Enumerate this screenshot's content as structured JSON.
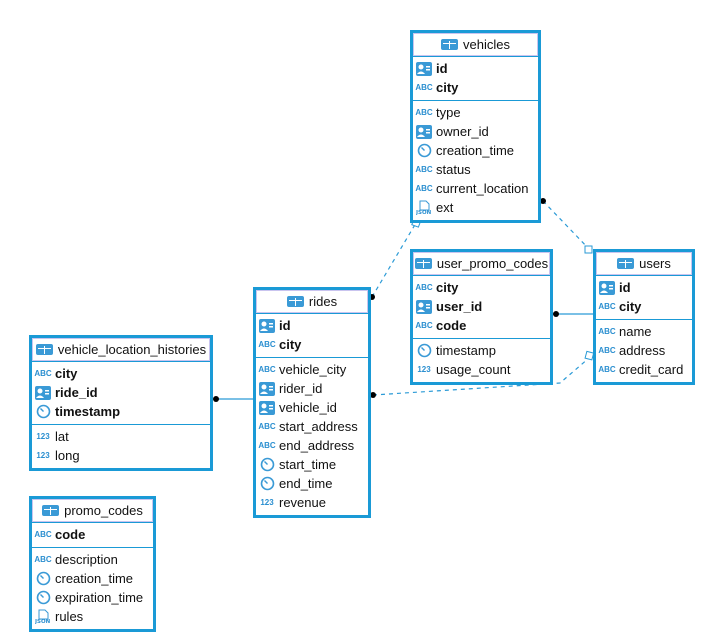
{
  "colors": {
    "border": "#1a9ad6",
    "icon": "#2b8fd0",
    "line": "#2a9ad6"
  },
  "tables": [
    {
      "name": "vehicles",
      "keys": [
        [
          "key",
          "id"
        ],
        [
          "abc",
          "city"
        ]
      ],
      "cols": [
        [
          "abc",
          "type"
        ],
        [
          "key",
          "owner_id"
        ],
        [
          "clock",
          "creation_time"
        ],
        [
          "abc",
          "status"
        ],
        [
          "abc",
          "current_location"
        ],
        [
          "json",
          "ext"
        ]
      ]
    },
    {
      "name": "user_promo_codes",
      "keys": [
        [
          "abc",
          "city"
        ],
        [
          "key",
          "user_id"
        ],
        [
          "abc",
          "code"
        ]
      ],
      "cols": [
        [
          "clock",
          "timestamp"
        ],
        [
          "num",
          "usage_count"
        ]
      ]
    },
    {
      "name": "users",
      "keys": [
        [
          "key",
          "id"
        ],
        [
          "abc",
          "city"
        ]
      ],
      "cols": [
        [
          "abc",
          "name"
        ],
        [
          "abc",
          "address"
        ],
        [
          "abc",
          "credit_card"
        ]
      ]
    },
    {
      "name": "rides",
      "keys": [
        [
          "key",
          "id"
        ],
        [
          "abc",
          "city"
        ]
      ],
      "cols": [
        [
          "abc",
          "vehicle_city"
        ],
        [
          "key",
          "rider_id"
        ],
        [
          "key",
          "vehicle_id"
        ],
        [
          "abc",
          "start_address"
        ],
        [
          "abc",
          "end_address"
        ],
        [
          "clock",
          "start_time"
        ],
        [
          "clock",
          "end_time"
        ],
        [
          "num",
          "revenue"
        ]
      ]
    },
    {
      "name": "vehicle_location_histories",
      "keys": [
        [
          "abc",
          "city"
        ],
        [
          "key",
          "ride_id"
        ],
        [
          "clock",
          "timestamp"
        ]
      ],
      "cols": [
        [
          "num",
          "lat"
        ],
        [
          "num",
          "long"
        ]
      ]
    },
    {
      "name": "promo_codes",
      "keys": [
        [
          "abc",
          "code"
        ]
      ],
      "cols": [
        [
          "abc",
          "description"
        ],
        [
          "clock",
          "creation_time"
        ],
        [
          "clock",
          "expiration_time"
        ],
        [
          "json",
          "rules"
        ]
      ]
    }
  ],
  "icon_labels": {
    "abc": "ABC",
    "num": "123",
    "json": "JSON"
  }
}
